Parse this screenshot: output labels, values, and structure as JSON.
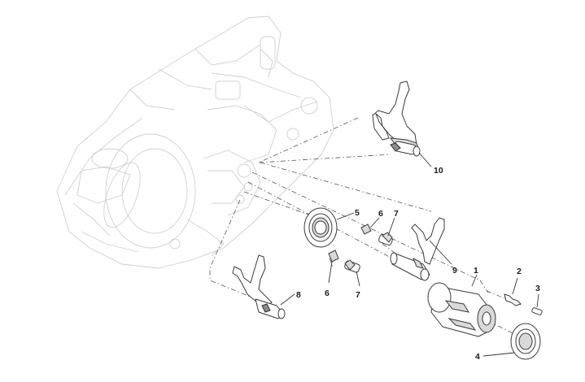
{
  "diagram": {
    "background_color": "#ffffff",
    "line_color": "#3a3a3a",
    "ghost_color": "#cfcfcf",
    "callouts": [
      {
        "id": "c1",
        "label": "1"
      },
      {
        "id": "c2",
        "label": "2"
      },
      {
        "id": "c3",
        "label": "3"
      },
      {
        "id": "c4",
        "label": "4"
      },
      {
        "id": "c5",
        "label": "5"
      },
      {
        "id": "c6a",
        "label": "6"
      },
      {
        "id": "c6b",
        "label": "6"
      },
      {
        "id": "c7a",
        "label": "7"
      },
      {
        "id": "c7b",
        "label": "7"
      },
      {
        "id": "c8",
        "label": "8"
      },
      {
        "id": "c9",
        "label": "9"
      },
      {
        "id": "c10",
        "label": "10"
      }
    ]
  }
}
